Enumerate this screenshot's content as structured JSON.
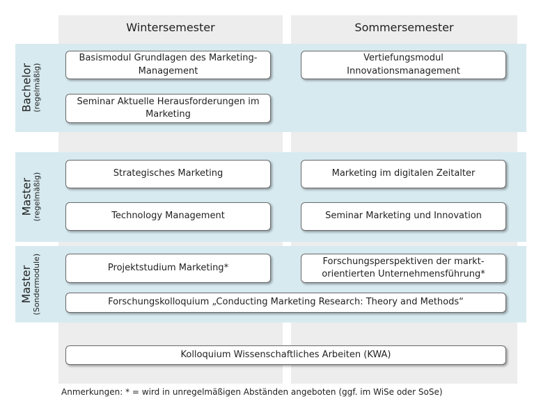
{
  "headers": {
    "winter": "Wintersemester",
    "summer": "Sommersemester"
  },
  "rows": {
    "bachelor": {
      "label": "Bachelor",
      "sub": "(regelmäßig)"
    },
    "master": {
      "label": "Master",
      "sub": "(regelmäßig)"
    },
    "sonder": {
      "label": "Master",
      "sub": "(Sondermodule)"
    }
  },
  "modules": {
    "basismodul": "Basismodul Grundlagen des Marketing-Management",
    "vertiefungsmodul": "Vertiefungsmodul Innovationsmanagement",
    "seminar_herausforderungen": "Seminar Aktuelle Herausforderungen im Marketing",
    "strategisches_marketing": "Strategisches Marketing",
    "marketing_digital": "Marketing im digitalen Zeitalter",
    "technology_management": "Technology Management",
    "seminar_innovation": "Seminar Marketing und Innovation",
    "projektstudium": "Projektstudium Marketing*",
    "forschungsperspektiven": "Forschungsperspektiven der markt-orientierten Unternehmensführung*",
    "forschungskolloquium": "Forschungskolloquium „Conducting Marketing Research: Theory and Methods“",
    "kwa": "Kolloquium Wissenschaftliches Arbeiten (KWA)"
  },
  "note": "Anmerkungen: * = wird in unregelmäßigen Abständen angeboten (ggf. im WiSe oder SoSe)"
}
